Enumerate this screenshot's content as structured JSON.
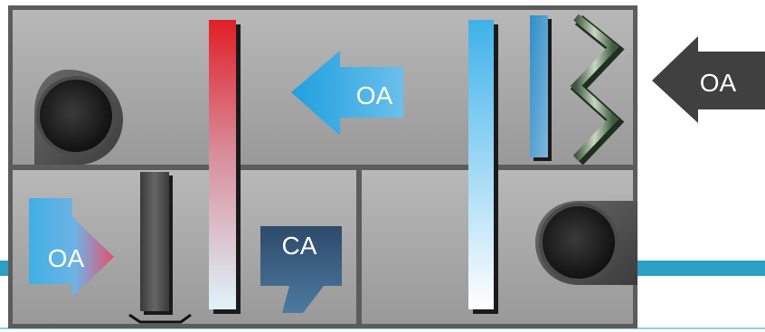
{
  "labels": {
    "oa_inlet": "OA",
    "oa_flow": "OA",
    "oa_supply": "OA",
    "ca": "CA"
  },
  "colors": {
    "casing": "#5c5c5c",
    "panel": "#a3a3a3",
    "panel_light": "#bdbdbd",
    "oa_arrow_blue": "#3fb0e6",
    "oa_arrow_red": "#e45070",
    "ca_arrow": "#3a5d80",
    "inlet_arrow": "#404040",
    "heating_coil_top": "#e01f26",
    "heating_coil_bottom": "#def4fb",
    "cooling_coil_top": "#3db2ea",
    "cooling_coil_bottom": "#ffffff",
    "accent_band": "#2ca0c3"
  },
  "components": {
    "fans": [
      "fan-icon",
      "fan-icon"
    ],
    "filters": [
      "pleated-filter-icon"
    ],
    "coils": [
      "heating-coil",
      "cooling-coil",
      "pre-coil"
    ],
    "humidifier": [
      "humidifier-pad"
    ]
  }
}
